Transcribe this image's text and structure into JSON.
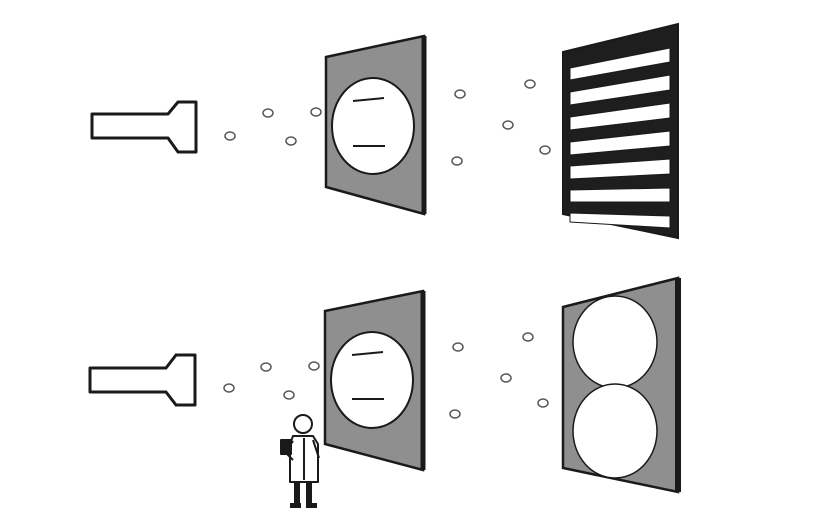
{
  "diagram": {
    "description_text": "",
    "colors": {
      "background": "#ffffff",
      "ink": "#1a1a1a",
      "plate": "#8f8f8f",
      "plate_dark": "#7a7a7a",
      "hole": "#ffffff",
      "bar": "#1e1e1e"
    },
    "rows": [
      {
        "name": "top-row",
        "source_icon": "electron-gun-icon",
        "particles_before_slits": 4,
        "slit_count": 2,
        "particles_after_slits": 5,
        "detector_pattern": "interference-bands",
        "band_count": 7,
        "observer_present": false
      },
      {
        "name": "bottom-row",
        "source_icon": "electron-gun-icon",
        "particles_before_slits": 4,
        "slit_count": 2,
        "particles_after_slits": 5,
        "detector_pattern": "two-blobs",
        "observer_present": true,
        "observer_icon": "scientist-observer-icon"
      }
    ]
  }
}
